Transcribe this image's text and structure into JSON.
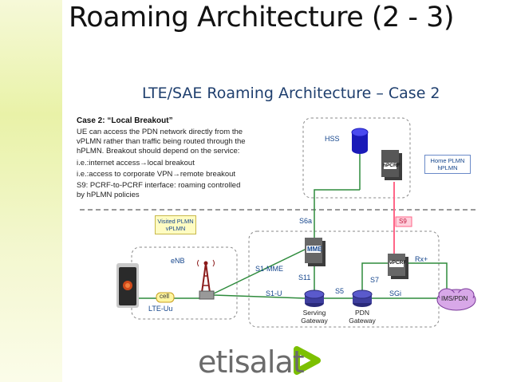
{
  "slide": {
    "title": "Roaming Architecture (2 - 3)"
  },
  "diagram": {
    "title": "LTE/SAE Roaming Architecture – Case 2",
    "case_heading": "Case 2: “Local Breakout”",
    "case_lines": [
      "UE can access the PDN network directly from the",
      "vPLMN rather than traffic being routed through the",
      "hPLMN. Breakout should depend on the service:",
      "i.e.:internet access→local breakout",
      "i.e.:access to corporate VPN→remote breakout",
      "S9: PCRF-to-PCRF interface: roaming controlled",
      "by hPLMN policies"
    ],
    "visited_tag": [
      "Visited PLMN",
      "vPLMN"
    ],
    "home_tag": [
      "Home PLMN",
      "hPLMN"
    ],
    "nodes": {
      "hss": "HSS",
      "hpcrf": "hPCRF",
      "vpcrf": "vPCRF",
      "mme": "MME",
      "enb": "eNB",
      "cell": "cell",
      "lte_uu": "LTE-Uu",
      "serving_gw": [
        "Serving",
        "Gateway"
      ],
      "pdn_gw": [
        "PDN",
        "Gateway"
      ],
      "ims": "IMS/PDN"
    },
    "interfaces": {
      "s6a": "S6a",
      "s9": "S9",
      "s1mme": "S1-MME",
      "s11": "S11",
      "s1u": "S1-U",
      "s5": "S5",
      "s7": "S7",
      "sgi": "SGi",
      "rx": "Rx+"
    },
    "colors": {
      "title_blue": "#1f3f6e",
      "link_green": "#2e8b3c",
      "s9_pink": "#ff6688",
      "tag_yellow": "#fffcc2"
    }
  },
  "brand": {
    "name": "etisalat"
  }
}
